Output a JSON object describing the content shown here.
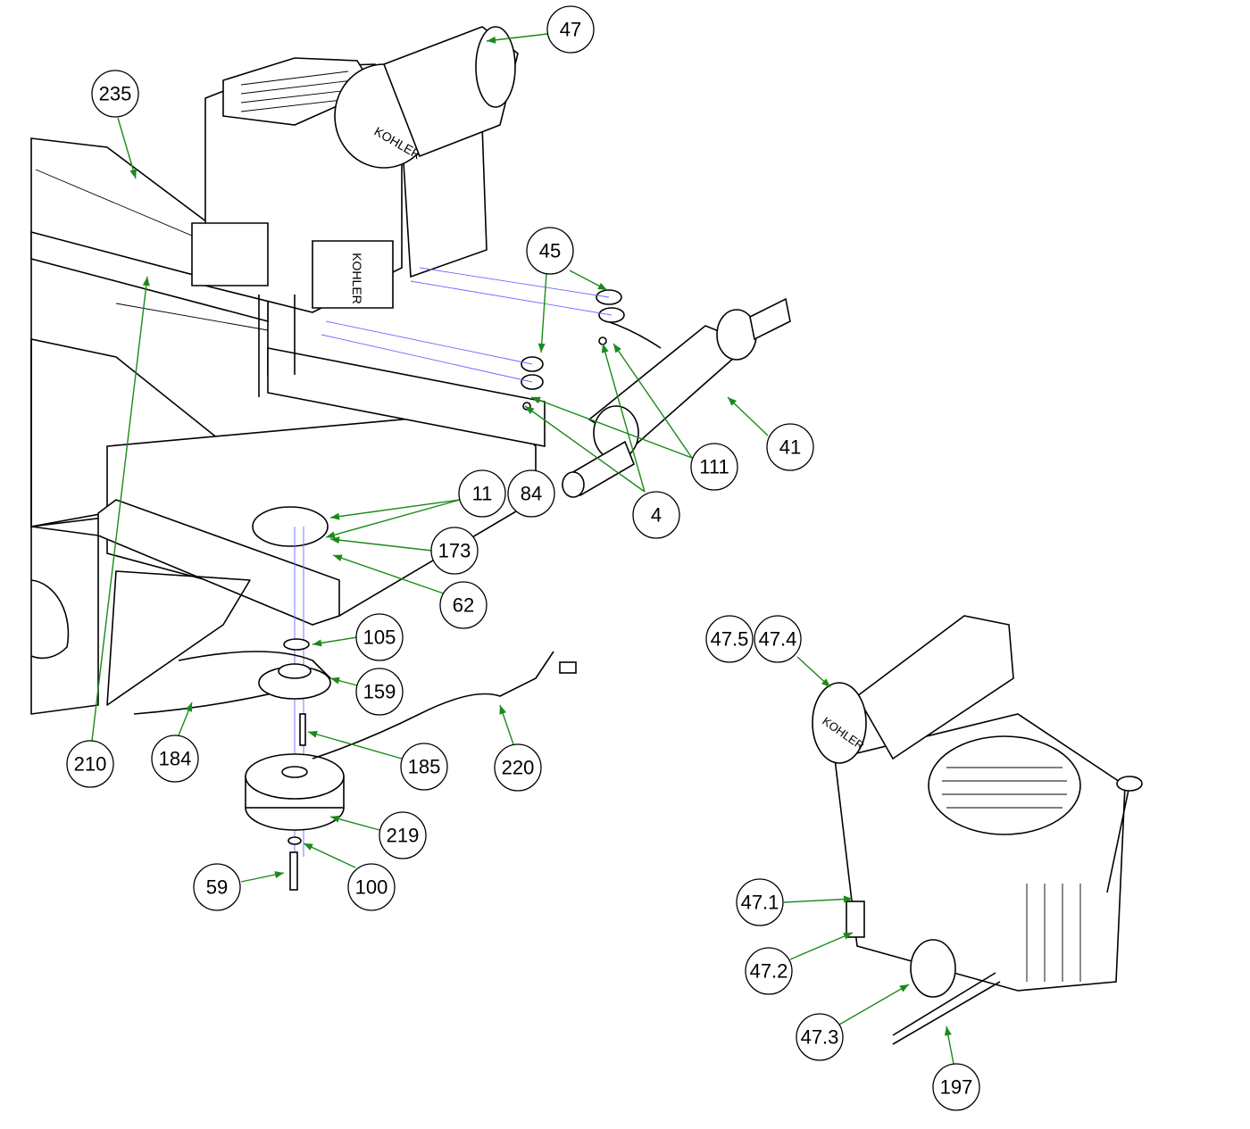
{
  "diagram": {
    "title_visible": false,
    "callouts": [
      "47",
      "235",
      "45",
      "41",
      "111",
      "11",
      "84",
      "4",
      "173",
      "62",
      "105",
      "159",
      "210",
      "184",
      "185",
      "220",
      "219",
      "59",
      "100",
      "47.5",
      "47.4",
      "47.1",
      "47.2",
      "47.3",
      "197"
    ],
    "brand_marks": [
      "KOHLER"
    ],
    "colors": {
      "leader": "#1a8a1a",
      "projection": "#6a6aff",
      "outline": "#000000"
    }
  }
}
